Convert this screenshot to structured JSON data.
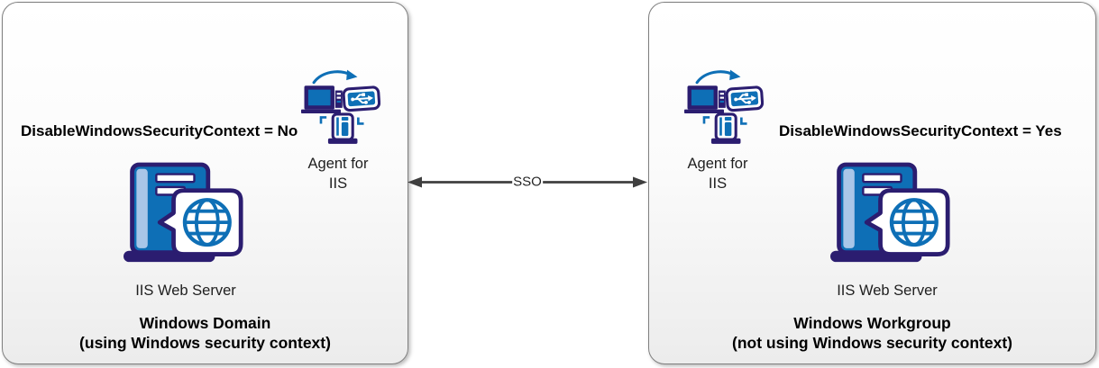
{
  "colors": {
    "navy": "#2b1d70",
    "blue": "#0e6fb6",
    "light_blue": "#a9c6e8",
    "arrow_gray": "#3f3f3f",
    "panel_border": "#7f7f7f",
    "text": "#000000"
  },
  "sso": {
    "label": "SSO"
  },
  "icons": {
    "agent": "agent-for-iis-icon",
    "server": "iis-web-server-icon",
    "arrow": "sso-double-arrow"
  },
  "panels": [
    {
      "id": "windows-domain",
      "setting_label": "DisableWindowsSecurityContext = No",
      "agent_label_line1": "Agent for",
      "agent_label_line2": "IIS",
      "server_label": "IIS Web Server",
      "title": "Windows Domain",
      "subtitle": "(using Windows security context)"
    },
    {
      "id": "windows-workgroup",
      "setting_label": "DisableWindowsSecurityContext = Yes",
      "agent_label_line1": "Agent for",
      "agent_label_line2": "IIS",
      "server_label": "IIS Web Server",
      "title": "Windows Workgroup",
      "subtitle": "(not using Windows security context)"
    }
  ]
}
